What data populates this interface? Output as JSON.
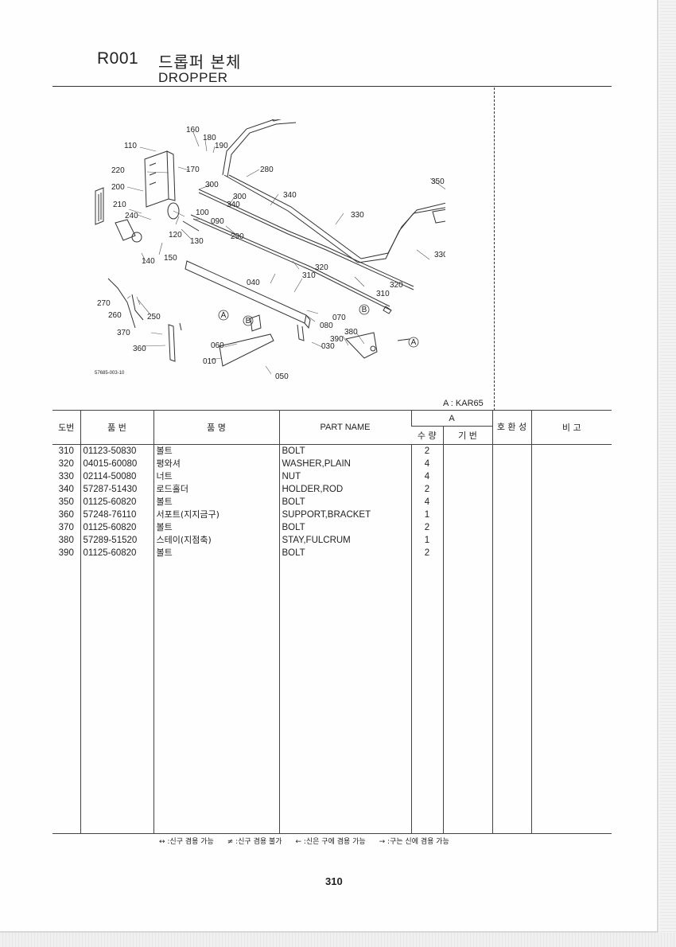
{
  "header": {
    "section_code": "R001",
    "title_korean": "드롭퍼 본체",
    "title_english": "DROPPER"
  },
  "diagram": {
    "figure_code": "57685-003-10",
    "callouts": [
      "160",
      "180",
      "190",
      "110",
      "170",
      "220",
      "280",
      "200",
      "300",
      "340",
      "350",
      "210",
      "300",
      "340",
      "240",
      "100",
      "090",
      "330",
      "120",
      "130",
      "290",
      "150",
      "140",
      "320",
      "330",
      "310",
      "040",
      "320",
      "310",
      "270",
      "260",
      "250",
      "070",
      "080",
      "370",
      "390",
      "380",
      "360",
      "030",
      "060",
      "010",
      "050"
    ],
    "variant_markers": [
      "A",
      "B",
      "B",
      "A"
    ]
  },
  "model_note": "A : KAR65",
  "table": {
    "headers": {
      "ref_no": "도번",
      "part_no": "품 번",
      "name_ko": "품 명",
      "name_en": "PART NAME",
      "model_group": "A",
      "qty": "수 량",
      "prefix": "기 번",
      "interchange": "호 환 성",
      "remarks": "비 고"
    },
    "rows": [
      {
        "ref": "310",
        "part": "01123-50830",
        "ko": "볼트",
        "en": "BOLT",
        "qty": "2"
      },
      {
        "ref": "320",
        "part": "04015-60080",
        "ko": "평와셔",
        "en": "WASHER,PLAIN",
        "qty": "4"
      },
      {
        "ref": "330",
        "part": "02114-50080",
        "ko": "너트",
        "en": "NUT",
        "qty": "4"
      },
      {
        "ref": "340",
        "part": "57287-51430",
        "ko": "로드홀더",
        "en": "HOLDER,ROD",
        "qty": "2"
      },
      {
        "ref": "350",
        "part": "01125-60820",
        "ko": "볼트",
        "en": "BOLT",
        "qty": "4"
      },
      {
        "ref": "360",
        "part": "57248-76110",
        "ko": "서포트(지지금구)",
        "en": "SUPPORT,BRACKET",
        "qty": "1"
      },
      {
        "ref": "370",
        "part": "01125-60820",
        "ko": "볼트",
        "en": "BOLT",
        "qty": "2"
      },
      {
        "ref": "380",
        "part": "57289-51520",
        "ko": "스테이(지점축)",
        "en": "STAY,FULCRUM",
        "qty": "1"
      },
      {
        "ref": "390",
        "part": "01125-60820",
        "ko": "볼트",
        "en": "BOLT",
        "qty": "2"
      }
    ]
  },
  "legend": [
    "↔ :신구 겸용 가능",
    "≠ :신구 겸용 불가",
    "← :신은 구에 겸용 가능",
    "→ :구는 신에 겸용 가능"
  ],
  "page_number": "310"
}
